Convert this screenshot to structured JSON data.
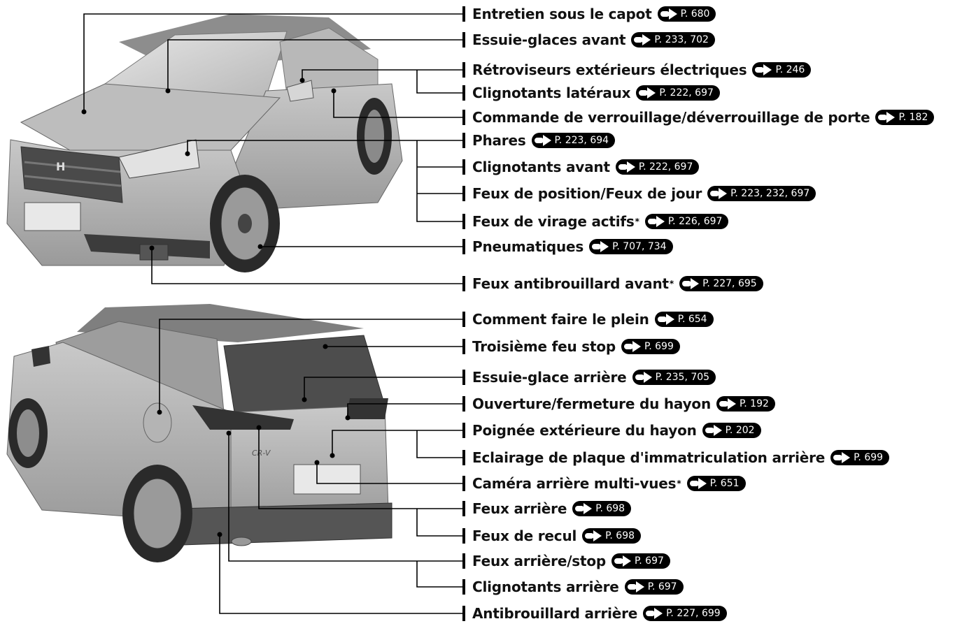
{
  "labels": [
    {
      "text": "Entretien sous le capot",
      "ref": "P. 680",
      "asterisk": false
    },
    {
      "text": "Essuie-glaces avant",
      "ref": "P. 233, 702",
      "asterisk": false
    },
    {
      "text": "Rétroviseurs extérieurs électriques",
      "ref": "P. 246",
      "asterisk": false
    },
    {
      "text": "Clignotants latéraux",
      "ref": "P. 222, 697",
      "asterisk": false
    },
    {
      "text": "Commande de verrouillage/déverrouillage de porte",
      "ref": "P. 182",
      "asterisk": false
    },
    {
      "text": "Phares",
      "ref": "P. 223, 694",
      "asterisk": false
    },
    {
      "text": "Clignotants avant",
      "ref": "P. 222, 697",
      "asterisk": false
    },
    {
      "text": "Feux de position/Feux de jour",
      "ref": "P. 223, 232, 697",
      "asterisk": false
    },
    {
      "text": "Feux de virage actifs",
      "ref": "P. 226, 697",
      "asterisk": true
    },
    {
      "text": "Pneumatiques",
      "ref": "P. 707, 734",
      "asterisk": false
    },
    {
      "text": "Feux antibrouillard avant",
      "ref": "P. 227, 695",
      "asterisk": true
    },
    {
      "text": "Comment faire le plein",
      "ref": "P. 654",
      "asterisk": false
    },
    {
      "text": "Troisième feu stop",
      "ref": "P. 699",
      "asterisk": false
    },
    {
      "text": "Essuie-glace arrière",
      "ref": "P. 235, 705",
      "asterisk": false
    },
    {
      "text": "Ouverture/fermeture du hayon",
      "ref": "P. 192",
      "asterisk": false
    },
    {
      "text": "Poignée extérieure du hayon",
      "ref": "P. 202",
      "asterisk": false
    },
    {
      "text": "Eclairage de plaque d'immatriculation arrière",
      "ref": "P. 699",
      "asterisk": false
    },
    {
      "text": "Caméra arrière multi-vues",
      "ref": "P. 651",
      "asterisk": true
    },
    {
      "text": "Feux arrière",
      "ref": "P. 698",
      "asterisk": false
    },
    {
      "text": "Feux de recul",
      "ref": "P. 698",
      "asterisk": false
    },
    {
      "text": "Feux arrière/stop",
      "ref": "P. 697",
      "asterisk": false
    },
    {
      "text": "Clignotants arrière",
      "ref": "P. 697",
      "asterisk": false
    },
    {
      "text": "Antibrouillard arrière",
      "ref": "P. 227, 699",
      "asterisk": false
    }
  ],
  "asterisk_symbol": "*",
  "car_badge": "CR-V"
}
